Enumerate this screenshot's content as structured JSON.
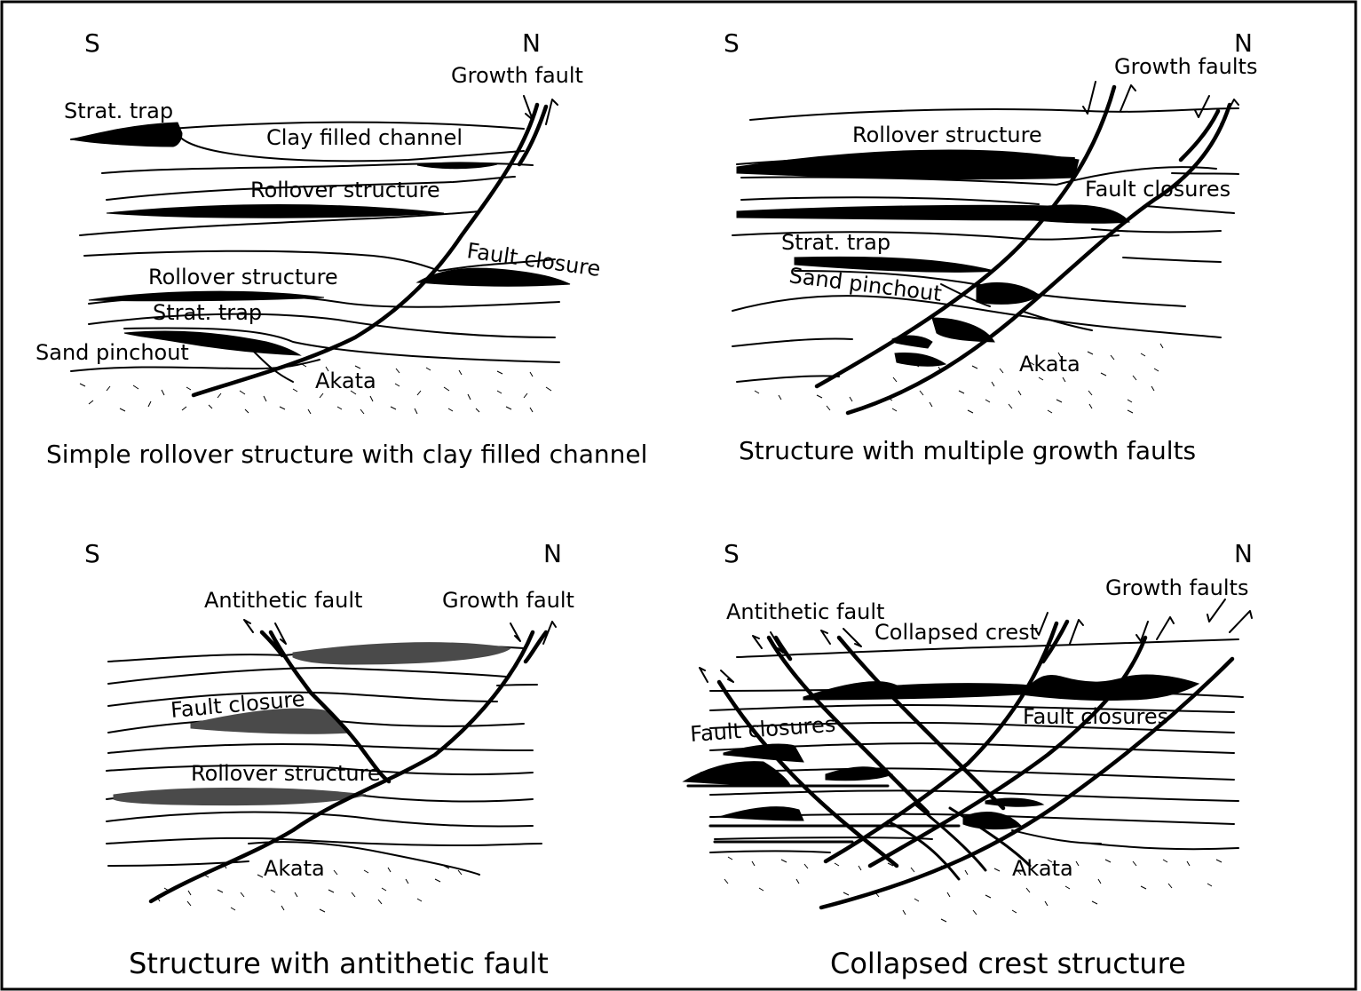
{
  "panels": [
    {
      "id": "simple-rollover",
      "dir_south": "S",
      "dir_north": "N",
      "caption": "Simple rollover structure with clay filled channel",
      "labels": {
        "growth_fault": "Growth fault",
        "strat_trap_top": "Strat. trap",
        "clay_channel": "Clay filled channel",
        "rollover_upper": "Rollover structure",
        "fault_closure": "Fault closure",
        "rollover_lower": "Rollover structure",
        "strat_trap_lower": "Strat. trap",
        "sand_pinchout": "Sand pinchout",
        "akata": "Akata"
      }
    },
    {
      "id": "multiple-growth-faults",
      "dir_south": "S",
      "dir_north": "N",
      "caption": "Structure with multiple growth faults",
      "labels": {
        "growth_faults": "Growth faults",
        "rollover": "Rollover structure",
        "fault_closures": "Fault closures",
        "strat_trap": "Strat. trap",
        "sand_pinchout": "Sand pinchout",
        "akata": "Akata"
      }
    },
    {
      "id": "antithetic-fault",
      "dir_south": "S",
      "dir_north": "N",
      "caption": "Structure with antithetic fault",
      "labels": {
        "antithetic_fault": "Antithetic fault",
        "growth_fault": "Growth fault",
        "fault_closure": "Fault closure",
        "rollover": "Rollover structure",
        "akata": "Akata"
      }
    },
    {
      "id": "collapsed-crest",
      "dir_south": "S",
      "dir_north": "N",
      "caption": "Collapsed crest structure",
      "labels": {
        "antithetic_fault": "Antithetic fault",
        "collapsed_crest": "Collapsed crest",
        "growth_faults": "Growth faults",
        "fault_closures_right": "Fault closures",
        "fault_closures_left": "Fault closures",
        "akata": "Akata"
      }
    }
  ],
  "colors": {
    "reservoir": "#000000",
    "reservoir_grey": "#4a4a4a",
    "line": "#000000",
    "background": "#ffffff"
  }
}
